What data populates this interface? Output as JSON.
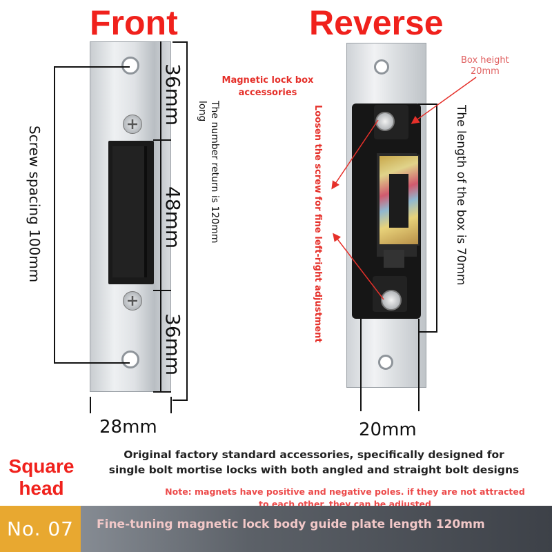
{
  "front": {
    "title": "Front",
    "dim_top": "36mm",
    "dim_mid": "48mm",
    "dim_bottom": "36mm",
    "screw_spacing": "Screw spacing 100mm",
    "width": "28mm",
    "number_return_line1": "The number return is 120mm",
    "number_return_line2": "long"
  },
  "reverse": {
    "title": "Reverse",
    "box_height_line1": "Box height",
    "box_height_line2": "20mm",
    "accessories_line1": "Magnetic lock box",
    "accessories_line2": "accessories",
    "loosen_screw": "Loosen the screw for fine left-right adjustment",
    "box_length": "The length of the box is 70mm",
    "width": "20mm"
  },
  "description": {
    "line1": "Original factory standard accessories, specifically designed for",
    "line2": "single bolt mortise locks with both angled and straight bolt designs",
    "note_line1": "Note: magnets have positive and negative poles. if they are not attracted",
    "note_line2": "to each other, they can be adjusted"
  },
  "square_head": {
    "line1": "Square",
    "line2": "head"
  },
  "footer": {
    "number": "No. 07",
    "caption": "Fine-tuning magnetic lock body guide plate length 120mm"
  },
  "colors": {
    "accent_red": "#f0211c",
    "badge": "#e8a830",
    "footer_text": "#f2c8c8"
  }
}
